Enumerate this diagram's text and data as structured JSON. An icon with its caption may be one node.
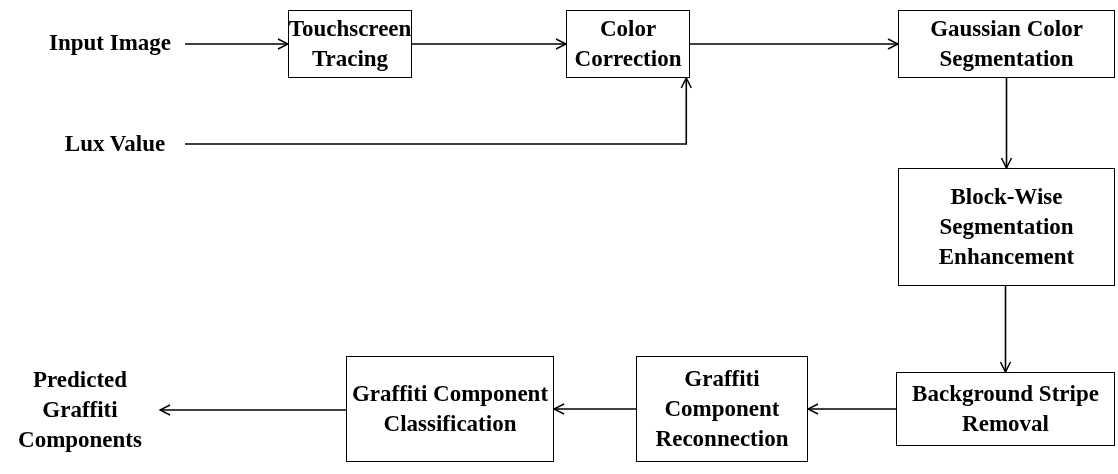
{
  "diagram": {
    "nodes": [
      {
        "text": [
          "Input Image"
        ]
      },
      {
        "text": [
          "Touchscreen Tracing"
        ]
      },
      {
        "text": [
          "Color Correction"
        ]
      },
      {
        "text": [
          "Lux Value"
        ]
      },
      {
        "text": [
          "Gaussian Color Segmentation"
        ]
      },
      {
        "text": [
          "Block-Wise Segmentation Enhancement"
        ]
      },
      {
        "text": [
          "Background Stripe Removal"
        ]
      },
      {
        "text": [
          "Graffiti Component Reconnection"
        ]
      },
      {
        "text": [
          "Graffiti Component Classification"
        ]
      },
      {
        "text": [
          "Predicted Graffiti Components"
        ]
      }
    ],
    "edges": [
      {
        "from": 0,
        "to": 1,
        "arrow": "to"
      },
      {
        "from": 1,
        "to": 2,
        "arrow": "to"
      },
      {
        "from": 3,
        "to": 2,
        "arrow": "to"
      },
      {
        "from": 2,
        "to": 4,
        "arrow": "to"
      },
      {
        "from": 4,
        "to": 5,
        "arrow": "to"
      },
      {
        "from": 5,
        "to": 6,
        "arrow": "to"
      },
      {
        "from": 6,
        "to": 7,
        "arrow": "to"
      },
      {
        "from": 7,
        "to": 8,
        "arrow": "to"
      },
      {
        "from": 8,
        "to": 9,
        "arrow": "to"
      }
    ]
  }
}
